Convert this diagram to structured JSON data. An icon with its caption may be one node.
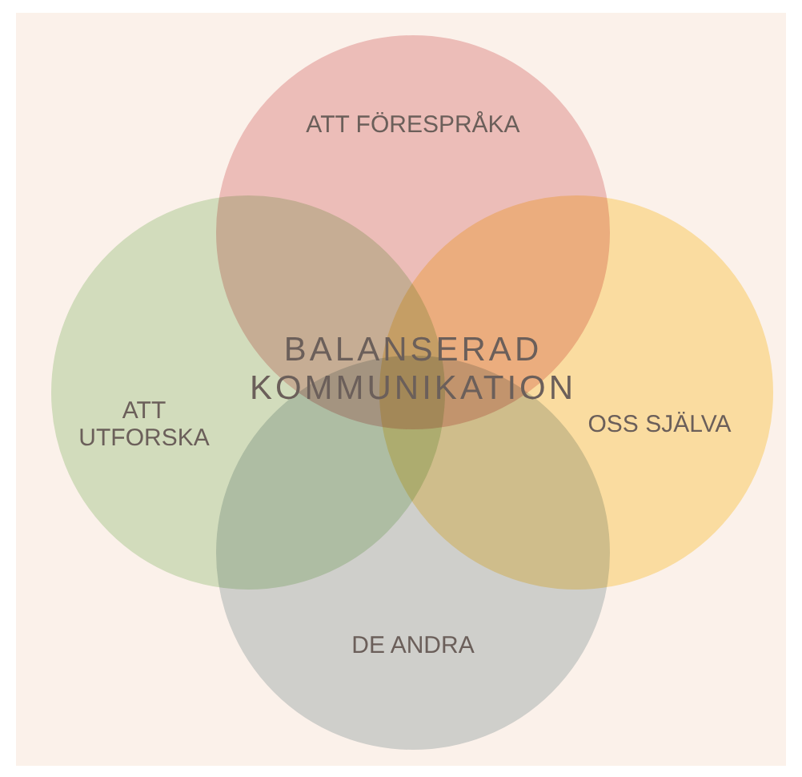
{
  "diagram": {
    "nodes": [
      {
        "text": [
          "ATT FÖRESPRÅKA"
        ]
      },
      {
        "text": [
          "ATT UTFORSKA"
        ]
      },
      {
        "text": [
          "OSS SJÄLVA"
        ]
      },
      {
        "text": [
          "DE ANDRA"
        ]
      }
    ],
    "edges": [],
    "labels": [
      "BALANSERAD KOMMUNIKATION"
    ]
  }
}
